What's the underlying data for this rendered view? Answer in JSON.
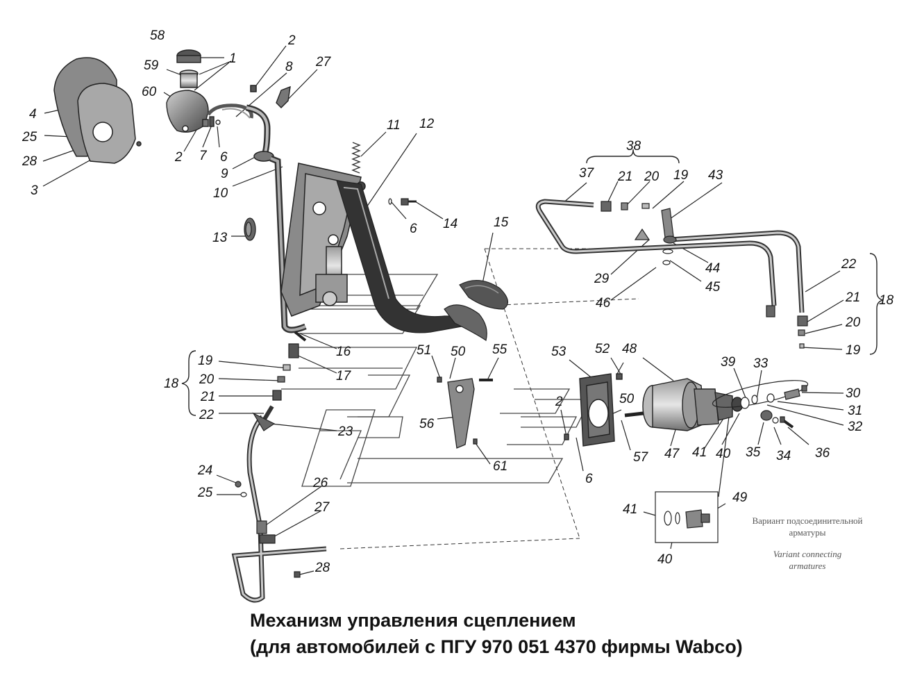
{
  "title": {
    "line1": "Механизм управления сцеплением",
    "line2": "(для автомобилей с ПГУ 970 051 4370 фирмы Wabco)"
  },
  "variant_note": {
    "ru_line1": "Вариант подсоединительной",
    "ru_line2": "арматуры",
    "en_line1": "Variant connecting",
    "en_line2": "armatures"
  },
  "callouts": {
    "c58": "58",
    "c1": "1",
    "c2a": "2",
    "c27a": "27",
    "c59": "59",
    "c8": "8",
    "c60": "60",
    "c4": "4",
    "c25a": "25",
    "c28a": "28",
    "c3": "3",
    "c2b": "2",
    "c7": "7",
    "c6a": "6",
    "c9": "9",
    "c10": "10",
    "c11": "11",
    "c12": "12",
    "c13": "13",
    "c6b": "6",
    "c14": "14",
    "c15": "15",
    "c38": "38",
    "c37": "37",
    "c21a": "21",
    "c20a": "20",
    "c19a": "19",
    "c43": "43",
    "c44": "44",
    "c45": "45",
    "c29": "29",
    "c46": "46",
    "c22a": "22",
    "c21b": "21",
    "c18a": "18",
    "c20b": "20",
    "c19b": "19",
    "c16": "16",
    "c17": "17",
    "c19c": "19",
    "c20c": "20",
    "c18b": "18",
    "c21c": "21",
    "c22b": "22",
    "c23": "23",
    "c51": "51",
    "c50a": "50",
    "c55": "55",
    "c53": "53",
    "c52": "52",
    "c48": "48",
    "c39": "39",
    "c33": "33",
    "c30": "30",
    "c31": "31",
    "c32": "32",
    "c2c": "2",
    "c50b": "50",
    "c56": "56",
    "c61": "61",
    "c6c": "6",
    "c57": "57",
    "c47": "47",
    "c41a": "41",
    "c40a": "40",
    "c35": "35",
    "c34": "34",
    "c36": "36",
    "c24": "24",
    "c25b": "25",
    "c26": "26",
    "c27b": "27",
    "c28b": "28",
    "c49": "49",
    "c41b": "41",
    "c40b": "40"
  },
  "colors": {
    "line": "#222222",
    "part_fill": "#8a8a8a",
    "part_dark": "#555555",
    "part_light": "#c8c8c8"
  }
}
